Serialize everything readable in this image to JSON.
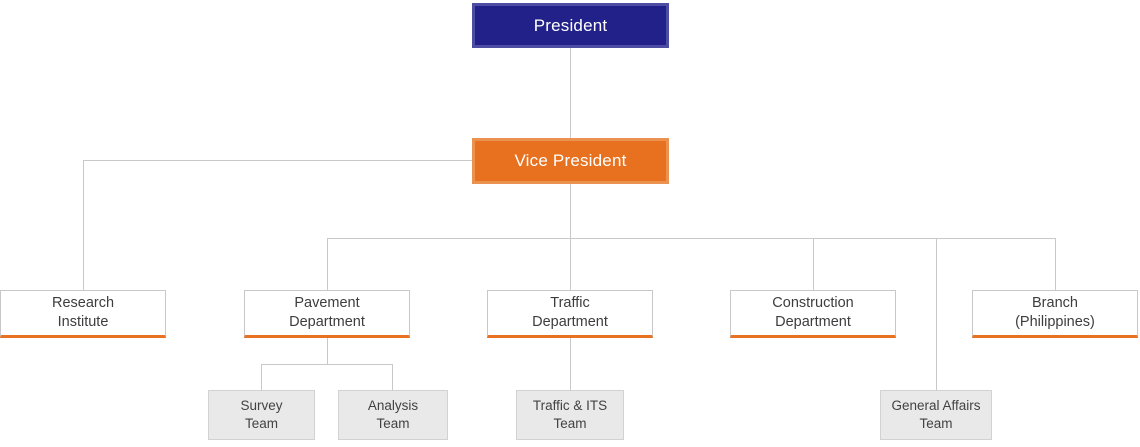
{
  "org": {
    "president": {
      "label": "President"
    },
    "vice_president": {
      "label": "Vice President"
    },
    "departments": [
      {
        "id": "research-institute",
        "label": "Research\nInstitute",
        "parent": "vice-president"
      },
      {
        "id": "pavement-department",
        "label": "Pavement\nDepartment",
        "parent": "vice-president"
      },
      {
        "id": "traffic-department",
        "label": "Traffic\nDepartment",
        "parent": "vice-president"
      },
      {
        "id": "construction-department",
        "label": "Construction\nDepartment",
        "parent": "vice-president"
      },
      {
        "id": "branch-philippines",
        "label": "Branch\n(Philippines)",
        "parent": "vice-president"
      }
    ],
    "teams": [
      {
        "id": "survey-team",
        "label": "Survey\nTeam",
        "parent": "pavement-department"
      },
      {
        "id": "analysis-team",
        "label": "Analysis\nTeam",
        "parent": "pavement-department"
      },
      {
        "id": "traffic-its-team",
        "label": "Traffic & ITS\nTeam",
        "parent": "traffic-department"
      },
      {
        "id": "general-affairs-team",
        "label": "General Affairs\nTeam",
        "parent": "vice-president"
      }
    ],
    "colors": {
      "president_fill": "#212189",
      "president_border": "#4d4da3",
      "vice_president_fill": "#e7711f",
      "vice_president_border": "#ec9251",
      "department_underline": "#e87122",
      "department_border": "#c8c8c8",
      "team_fill": "#e9e9e9",
      "team_border": "#d2d2d2",
      "connector": "#c9c9c9",
      "text_dark": "#3d3d3d",
      "text_light": "#ffffff"
    }
  }
}
